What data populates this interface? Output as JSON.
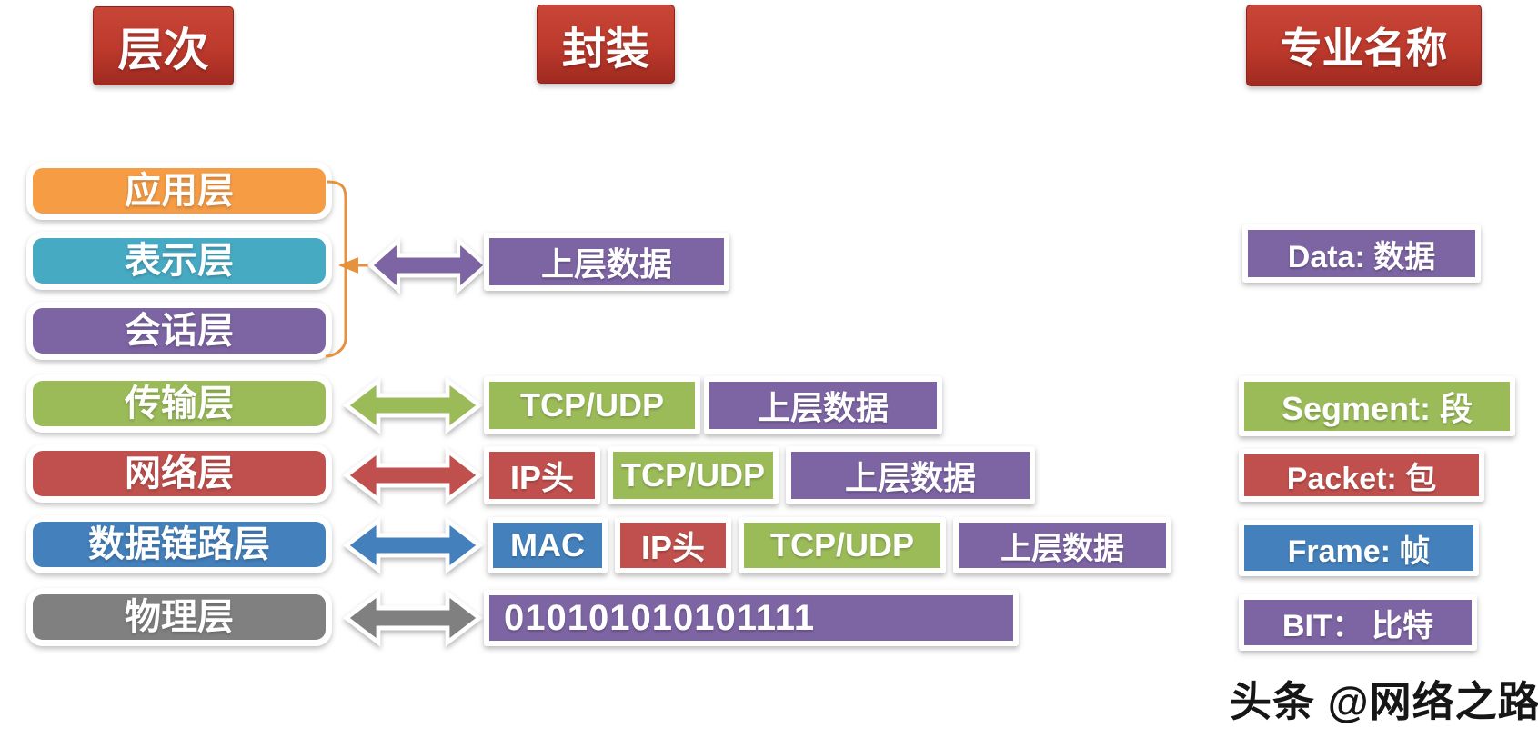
{
  "headers": {
    "layers": "层次",
    "encapsulation": "封装",
    "professional_names": "专业名称"
  },
  "layers": [
    {
      "label": "应用层",
      "color": "#F59C45"
    },
    {
      "label": "表示层",
      "color": "#47AAC3"
    },
    {
      "label": "会话层",
      "color": "#7D64A3"
    },
    {
      "label": "传输层",
      "color": "#9BBB59"
    },
    {
      "label": "网络层",
      "color": "#C0504D"
    },
    {
      "label": "数据链路层",
      "color": "#4480BB"
    },
    {
      "label": "物理层",
      "color": "#808080"
    }
  ],
  "encapsulation_rows": [
    {
      "layer": "表示层",
      "arrow_color": "#7D64A3",
      "segments": [
        {
          "label": "上层数据",
          "color": "#7D64A3"
        }
      ]
    },
    {
      "layer": "传输层",
      "arrow_color": "#9BBB59",
      "segments": [
        {
          "label": "TCP/UDP",
          "color": "#9BBB59"
        },
        {
          "label": "上层数据",
          "color": "#7D64A3"
        }
      ]
    },
    {
      "layer": "网络层",
      "arrow_color": "#C0504D",
      "segments": [
        {
          "label": "IP头",
          "color": "#C0504D"
        },
        {
          "label": "TCP/UDP",
          "color": "#9BBB59"
        },
        {
          "label": "上层数据",
          "color": "#7D64A3"
        }
      ]
    },
    {
      "layer": "数据链路层",
      "arrow_color": "#4480BB",
      "segments": [
        {
          "label": "MAC",
          "color": "#4480BB"
        },
        {
          "label": "IP头",
          "color": "#C0504D"
        },
        {
          "label": "TCP/UDP",
          "color": "#9BBB59"
        },
        {
          "label": "上层数据",
          "color": "#7D64A3"
        }
      ]
    },
    {
      "layer": "物理层",
      "arrow_color": "#808080",
      "segments": [
        {
          "label": "010101010101111",
          "color": "#7D64A3"
        }
      ]
    }
  ],
  "professional_names": [
    {
      "label": "Data: 数据",
      "color": "#7D64A3"
    },
    {
      "label": "Segment: 段",
      "color": "#9BBB59"
    },
    {
      "label": "Packet: 包",
      "color": "#C0504D"
    },
    {
      "label": "Frame: 帧",
      "color": "#4480BB"
    },
    {
      "label": "BIT： 比特",
      "color": "#7D64A3"
    }
  ],
  "watermark": {
    "text": "头条 @网络之路"
  },
  "palette": {
    "header_red_top": "#C84637",
    "header_red_bottom": "#A02A20",
    "bracket_orange": "#E8913C",
    "box_border_white": "#FFFFFF",
    "background": "#FFFFFF"
  }
}
